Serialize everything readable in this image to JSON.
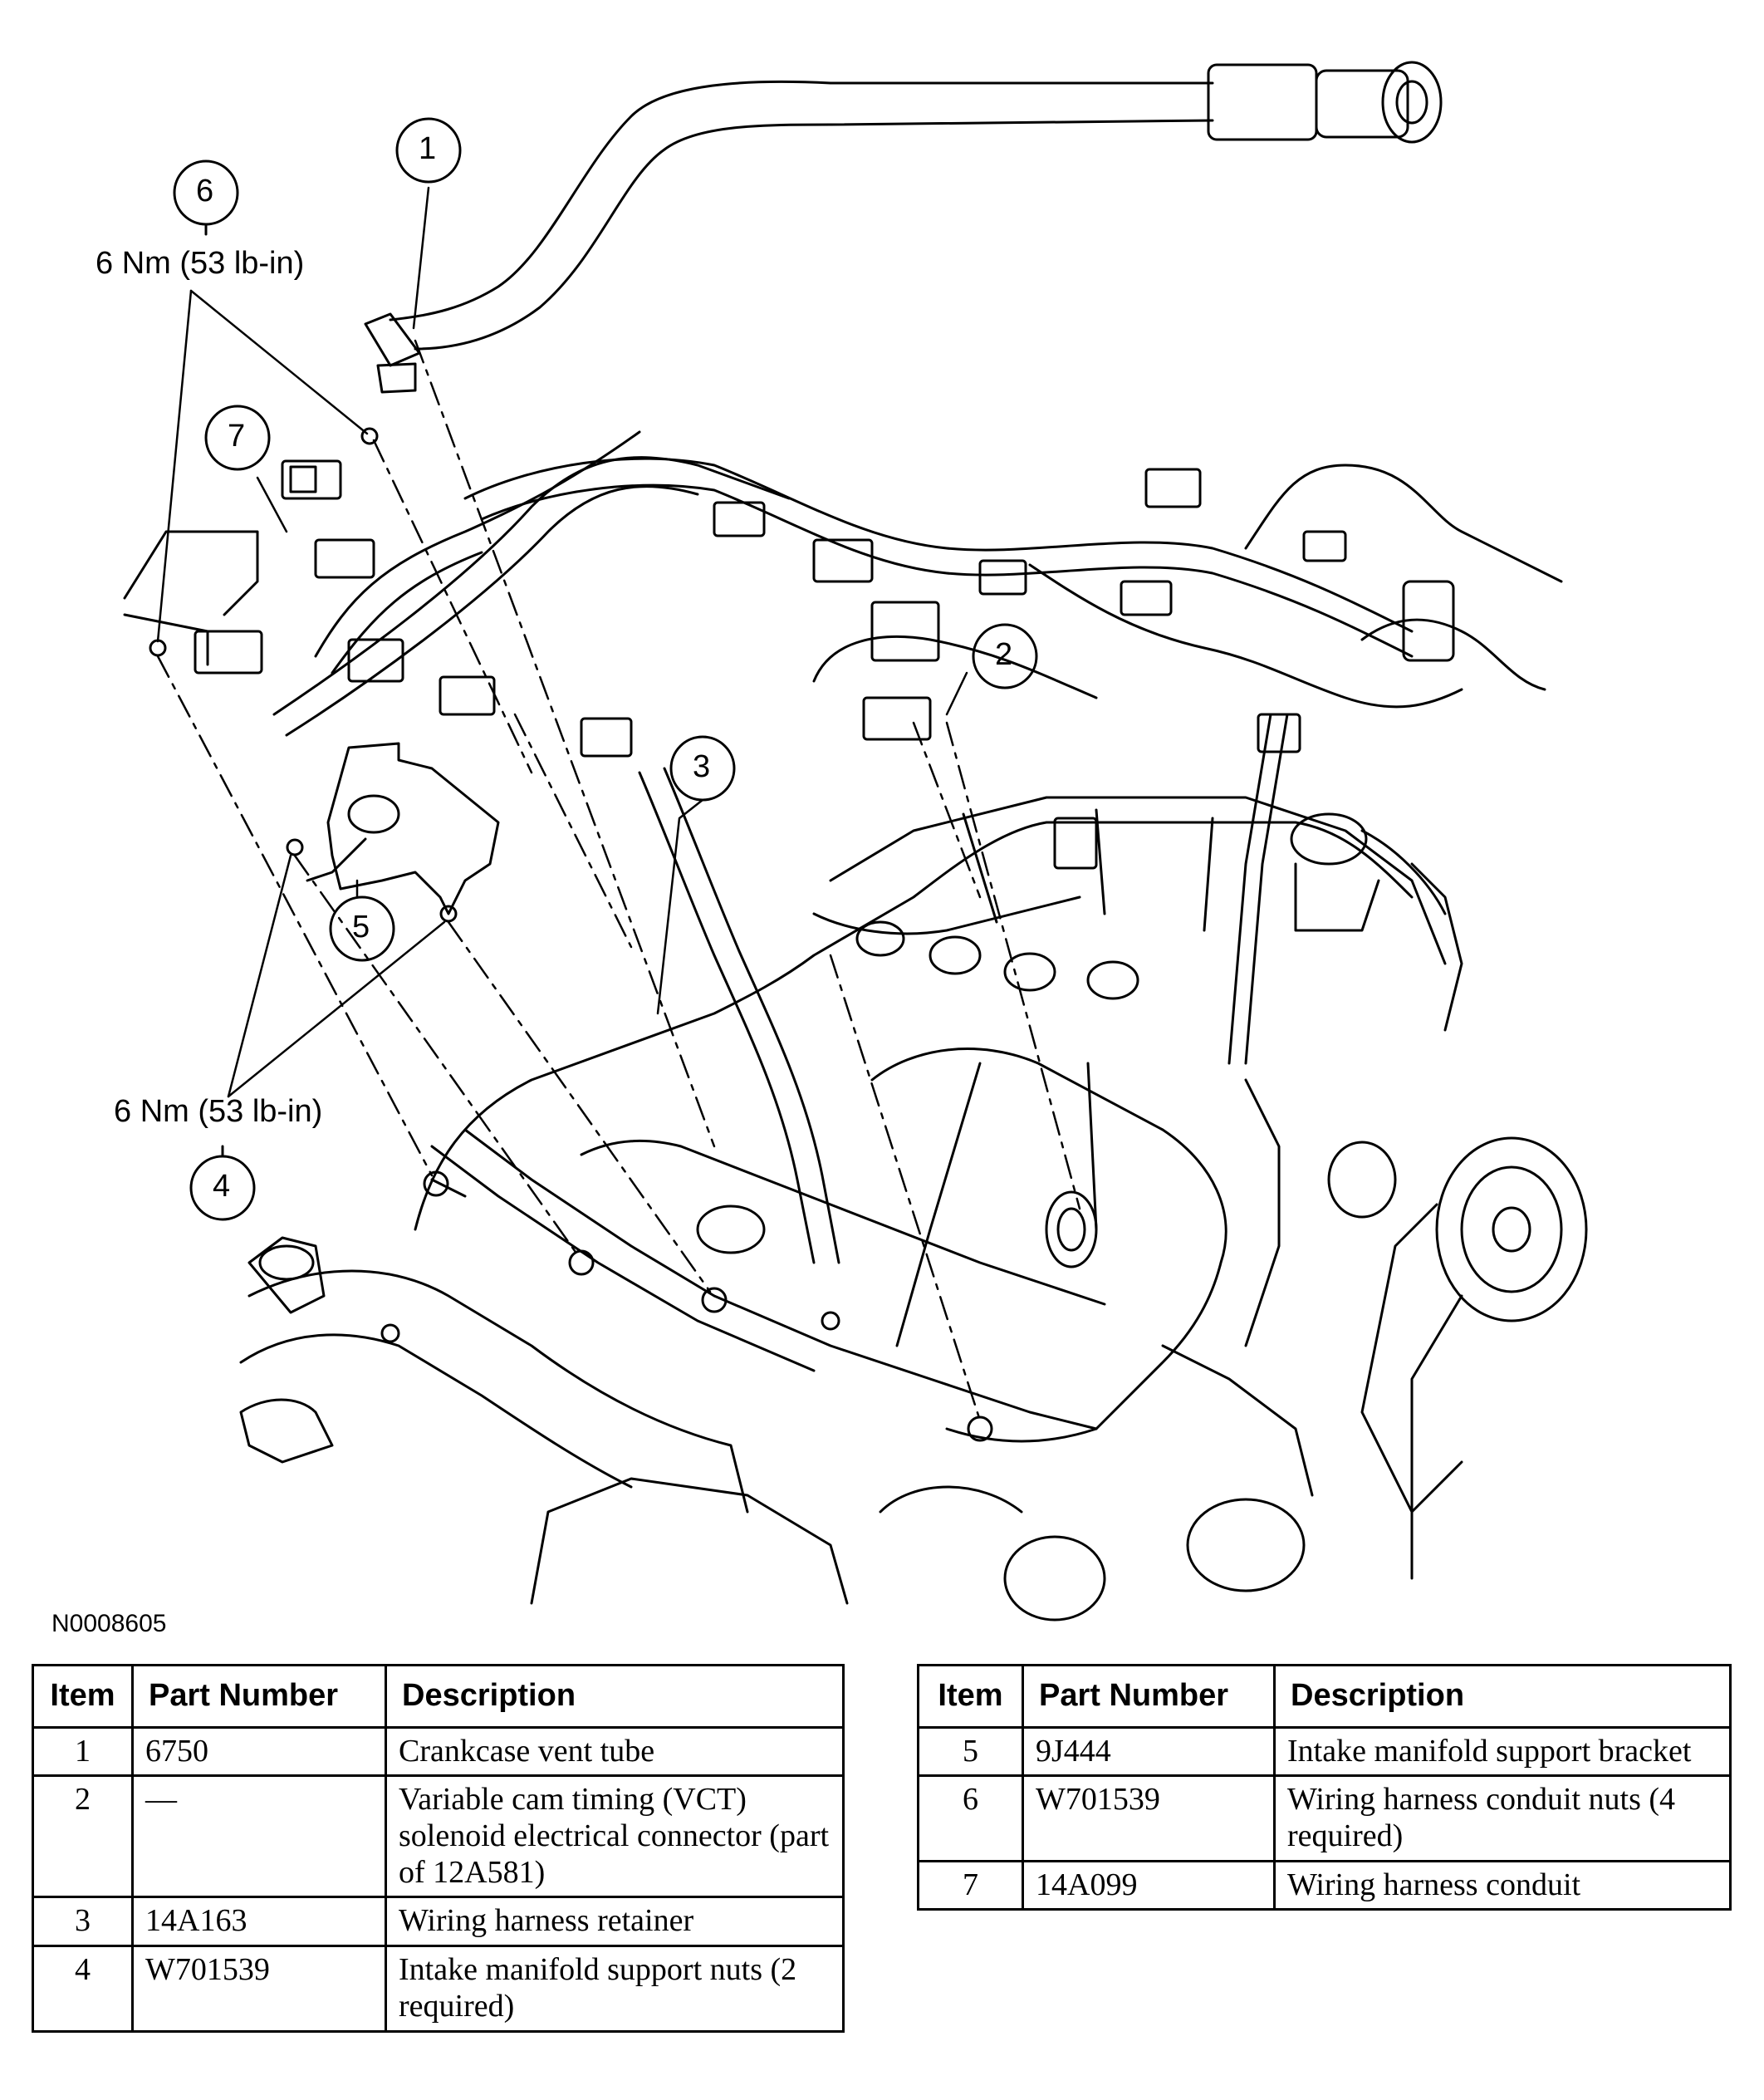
{
  "figure": {
    "id": "N0008605",
    "torque_upper": "6 Nm (53 lb-in)",
    "torque_lower": "6 Nm (53 lb-in)",
    "callouts": [
      "1",
      "2",
      "3",
      "4",
      "5",
      "6",
      "7"
    ]
  },
  "table_headers": {
    "item": "Item",
    "part_number": "Part Number",
    "description": "Description"
  },
  "parts_left": [
    {
      "item": "1",
      "part_number": "6750",
      "description": "Crankcase vent tube"
    },
    {
      "item": "2",
      "part_number": "—",
      "description": "Variable cam timing (VCT) solenoid electrical connector (part of 12A581)"
    },
    {
      "item": "3",
      "part_number": "14A163",
      "description": "Wiring harness retainer"
    },
    {
      "item": "4",
      "part_number": "W701539",
      "description": "Intake manifold support nuts (2 required)"
    }
  ],
  "parts_right": [
    {
      "item": "5",
      "part_number": "9J444",
      "description": "Intake manifold support bracket"
    },
    {
      "item": "6",
      "part_number": "W701539",
      "description": "Wiring harness conduit nuts (4 required)"
    },
    {
      "item": "7",
      "part_number": "14A099",
      "description": "Wiring harness conduit"
    }
  ]
}
